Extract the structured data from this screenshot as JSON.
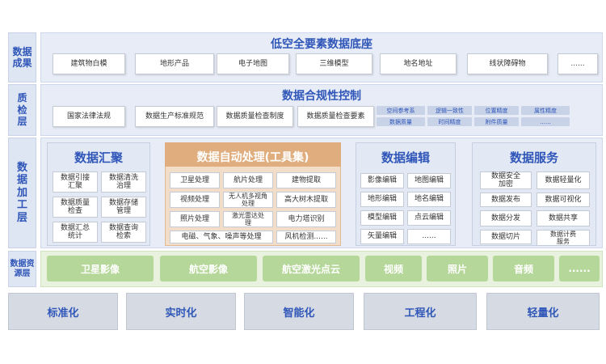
{
  "layers": {
    "results": "数据\n成果",
    "qc": "质\n检\n层",
    "processing": "数\n据\n加\n工\n层",
    "resource": "数据资\n源层"
  },
  "results": {
    "title": "低空全要素数据底座",
    "items": [
      "建筑物白模",
      "地形产品",
      "电子地图",
      "三维模型",
      "地名地址",
      "线状障碍物",
      "......"
    ]
  },
  "qc": {
    "title": "数据合规性控制",
    "items": [
      "国家法律法规",
      "数据生产标准规范",
      "数据质量检查制度",
      "数据质量检查要素"
    ],
    "chips": [
      "空间参考系",
      "逻辑一致性",
      "位置精度",
      "属性精度",
      "数据质量",
      "时间精度",
      "附件质量",
      "......"
    ]
  },
  "processing": {
    "aggregation": {
      "title": "数据汇聚",
      "items": [
        "数据引接\n汇聚",
        "数据清洗\n治理",
        "数据质量\n检查",
        "数据存储\n管理",
        "数据汇总\n统计",
        "数据查询\n检索"
      ]
    },
    "auto": {
      "title": "数据自动处理(工具集)",
      "items": [
        "卫星处理",
        "航片处理",
        "建物提取",
        "视频处理",
        "无人机多视角\n处理",
        "高大树木提取",
        "照片处理",
        "激光雷达处\n理",
        "电力塔识别",
        "电磁、气象、噪声等处理",
        "风机检测......"
      ]
    },
    "edit": {
      "title": "数据编辑",
      "items": [
        "影像编辑",
        "地图编辑",
        "地形编辑",
        "地名编辑",
        "模型编辑",
        "点云编辑",
        "矢量编辑",
        "......"
      ]
    },
    "service": {
      "title": "数据服务",
      "items": [
        "数据安全\n加密",
        "数据轻量化",
        "数据发布",
        "数据可视化",
        "数据分发",
        "数据共享",
        "数据切片",
        "数据计费\n服务"
      ]
    }
  },
  "resources": [
    "卫星影像",
    "航空影像",
    "航空激光点云",
    "视频",
    "照片",
    "音频",
    "......"
  ],
  "bottom": [
    "标准化",
    "实时化",
    "智能化",
    "工程化",
    "轻量化"
  ],
  "colors": {
    "accent": "#2f56b8",
    "panel": "#e7ecf6",
    "label_bg": "#dfe6f3",
    "auto_panel": "#f1ddc8",
    "auto_header": "#e0ae7e",
    "resource_green": "#b6d79a",
    "bottom_bg": "#d6dbe3"
  }
}
